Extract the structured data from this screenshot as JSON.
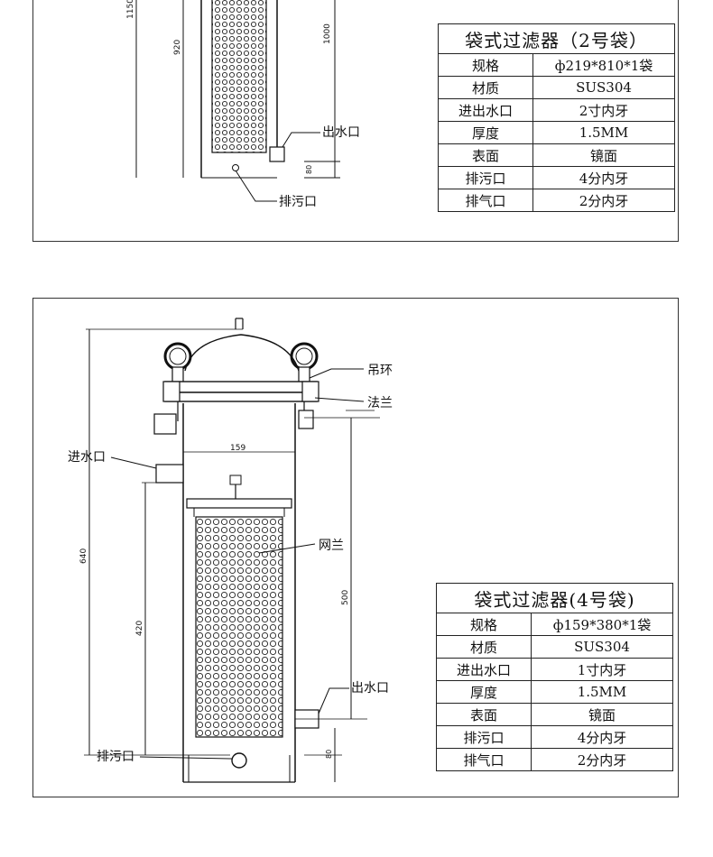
{
  "top_filter": {
    "labels": {
      "outlet": "出水口",
      "drain": "排污口"
    },
    "dimensions": {
      "d1150": "1150",
      "d920": "920",
      "d1000": "1000",
      "d80": "80"
    },
    "spec_table": {
      "title": "袋式过滤器（2号袋）",
      "rows": [
        {
          "label": "规格",
          "value": "ф219*810*1袋"
        },
        {
          "label": "材质",
          "value": "SUS304"
        },
        {
          "label": "进出水口",
          "value": "2寸内牙"
        },
        {
          "label": "厚度",
          "value": "1.5MM"
        },
        {
          "label": "表面",
          "value": "镜面"
        },
        {
          "label": "排污口",
          "value": "4分内牙"
        },
        {
          "label": "排气口",
          "value": "2分内牙"
        }
      ]
    }
  },
  "bottom_filter": {
    "labels": {
      "lifting_ring": "吊环",
      "flange": "法兰",
      "inlet": "进水口",
      "mesh_basket": "网兰",
      "outlet": "出水口",
      "drain": "排污口"
    },
    "dimensions": {
      "d159": "159",
      "d640": "640",
      "d420": "420",
      "d500": "500",
      "d80": "80"
    },
    "spec_table": {
      "title": "袋式过滤器(4号袋)",
      "rows": [
        {
          "label": "规格",
          "value": "ф159*380*1袋"
        },
        {
          "label": "材质",
          "value": "SUS304"
        },
        {
          "label": "进出水口",
          "value": "1寸内牙"
        },
        {
          "label": "厚度",
          "value": "1.5MM"
        },
        {
          "label": "表面",
          "value": "镜面"
        },
        {
          "label": "排污口",
          "value": "4分内牙"
        },
        {
          "label": "排气口",
          "value": "2分内牙"
        }
      ]
    }
  }
}
